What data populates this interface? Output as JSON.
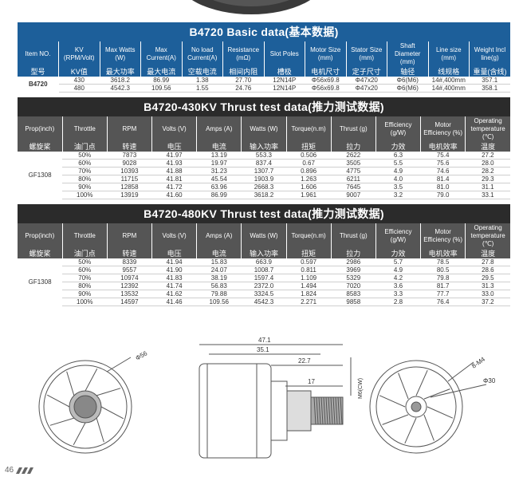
{
  "basic": {
    "title": "B4720 Basic data(基本数据)",
    "headers": [
      {
        "en": "Item NO.",
        "cn": "型号"
      },
      {
        "en": "KV (RPM/Volt)",
        "cn": "KV值"
      },
      {
        "en": "Max Watts (W)",
        "cn": "最大功率"
      },
      {
        "en": "Max Current(A)",
        "cn": "最大电流"
      },
      {
        "en": "No load Current(A)",
        "cn": "空载电流"
      },
      {
        "en": "Resistance (mΩ)",
        "cn": "相间内阻"
      },
      {
        "en": "Slot Poles",
        "cn": "槽极"
      },
      {
        "en": "Motor Size (mm)",
        "cn": "电机尺寸"
      },
      {
        "en": "Stator Size (mm)",
        "cn": "定子尺寸"
      },
      {
        "en": "Shaft Diameter (mm)",
        "cn": "轴径"
      },
      {
        "en": "Line size (mm)",
        "cn": "线规格"
      },
      {
        "en": "Weight Incl line(g)",
        "cn": "重量(含线)"
      }
    ],
    "model": "B4720",
    "rows": [
      [
        "430",
        "3618.2",
        "86.99",
        "1.38",
        "27.70",
        "12N14P",
        "Φ56x69.8",
        "Φ47x20",
        "Φ6(M6)",
        "14#,400mm",
        "357.1"
      ],
      [
        "480",
        "4542.3",
        "109.56",
        "1.55",
        "24.76",
        "12N14P",
        "Φ56x69.8",
        "Φ47x20",
        "Φ6(M6)",
        "14#,400mm",
        "358.1"
      ]
    ]
  },
  "test_headers": [
    {
      "en": "Prop(inch)",
      "cn": "螺旋桨"
    },
    {
      "en": "Throttle",
      "cn": "油门点"
    },
    {
      "en": "RPM",
      "cn": "转速"
    },
    {
      "en": "Volts (V)",
      "cn": "电压"
    },
    {
      "en": "Amps (A)",
      "cn": "电流"
    },
    {
      "en": "Watts (W)",
      "cn": "输入功率"
    },
    {
      "en": "Torque(n.m)",
      "cn": "扭矩"
    },
    {
      "en": "Thrust (g)",
      "cn": "拉力"
    },
    {
      "en": "Efficiency (g/W)",
      "cn": "力效"
    },
    {
      "en": "Motor Efficiency (%)",
      "cn": "电机效率"
    },
    {
      "en": "Operating temperature (℃)",
      "cn": "温度"
    }
  ],
  "test430": {
    "title": "B4720-430KV Thrust test data(推力测试数据)",
    "prop": "GF1308",
    "rows": [
      [
        "50%",
        "7873",
        "41.97",
        "13.19",
        "553.3",
        "0.506",
        "2622",
        "6.3",
        "75.4",
        "27.2"
      ],
      [
        "60%",
        "9028",
        "41.93",
        "19.97",
        "837.4",
        "0.67",
        "3505",
        "5.5",
        "75.6",
        "28.0"
      ],
      [
        "70%",
        "10393",
        "41.88",
        "31.23",
        "1307.7",
        "0.896",
        "4775",
        "4.9",
        "74.6",
        "28.2"
      ],
      [
        "80%",
        "11715",
        "41.81",
        "45.54",
        "1903.9",
        "1.263",
        "6211",
        "4.0",
        "81.4",
        "29.3"
      ],
      [
        "90%",
        "12858",
        "41.72",
        "63.96",
        "2668.3",
        "1.606",
        "7645",
        "3.5",
        "81.0",
        "31.1"
      ],
      [
        "100%",
        "13919",
        "41.60",
        "86.99",
        "3618.2",
        "1.961",
        "9007",
        "3.2",
        "79.0",
        "33.1"
      ]
    ]
  },
  "test480": {
    "title": "B4720-480KV Thrust test data(推力测试数据)",
    "prop": "GF1308",
    "rows": [
      [
        "50%",
        "8339",
        "41.94",
        "15.83",
        "663.9",
        "0.597",
        "2986",
        "5.7",
        "78.5",
        "27.8"
      ],
      [
        "60%",
        "9557",
        "41.90",
        "24.07",
        "1008.7",
        "0.811",
        "3969",
        "4.9",
        "80.5",
        "28.6"
      ],
      [
        "70%",
        "10974",
        "41.83",
        "38.19",
        "1597.4",
        "1.109",
        "5329",
        "4.2",
        "79.8",
        "29.5"
      ],
      [
        "80%",
        "12392",
        "41.74",
        "56.83",
        "2372.0",
        "1.494",
        "7020",
        "3.6",
        "81.7",
        "31.3"
      ],
      [
        "90%",
        "13532",
        "41.62",
        "79.88",
        "3324.5",
        "1.824",
        "8583",
        "3.3",
        "77.7",
        "33.0"
      ],
      [
        "100%",
        "14597",
        "41.46",
        "109.56",
        "4542.3",
        "2.271",
        "9858",
        "2.8",
        "76.4",
        "37.2"
      ]
    ]
  },
  "dims": {
    "front_dia": "Φ56",
    "len_total": "47.1",
    "len_body": "35.1",
    "shaft_len": "22.7",
    "thread_len": "17",
    "shaft_label": "M6(CW)",
    "screw_label": "8-M4",
    "bolt_circle": "Φ30"
  },
  "footer": {
    "page": "46"
  }
}
